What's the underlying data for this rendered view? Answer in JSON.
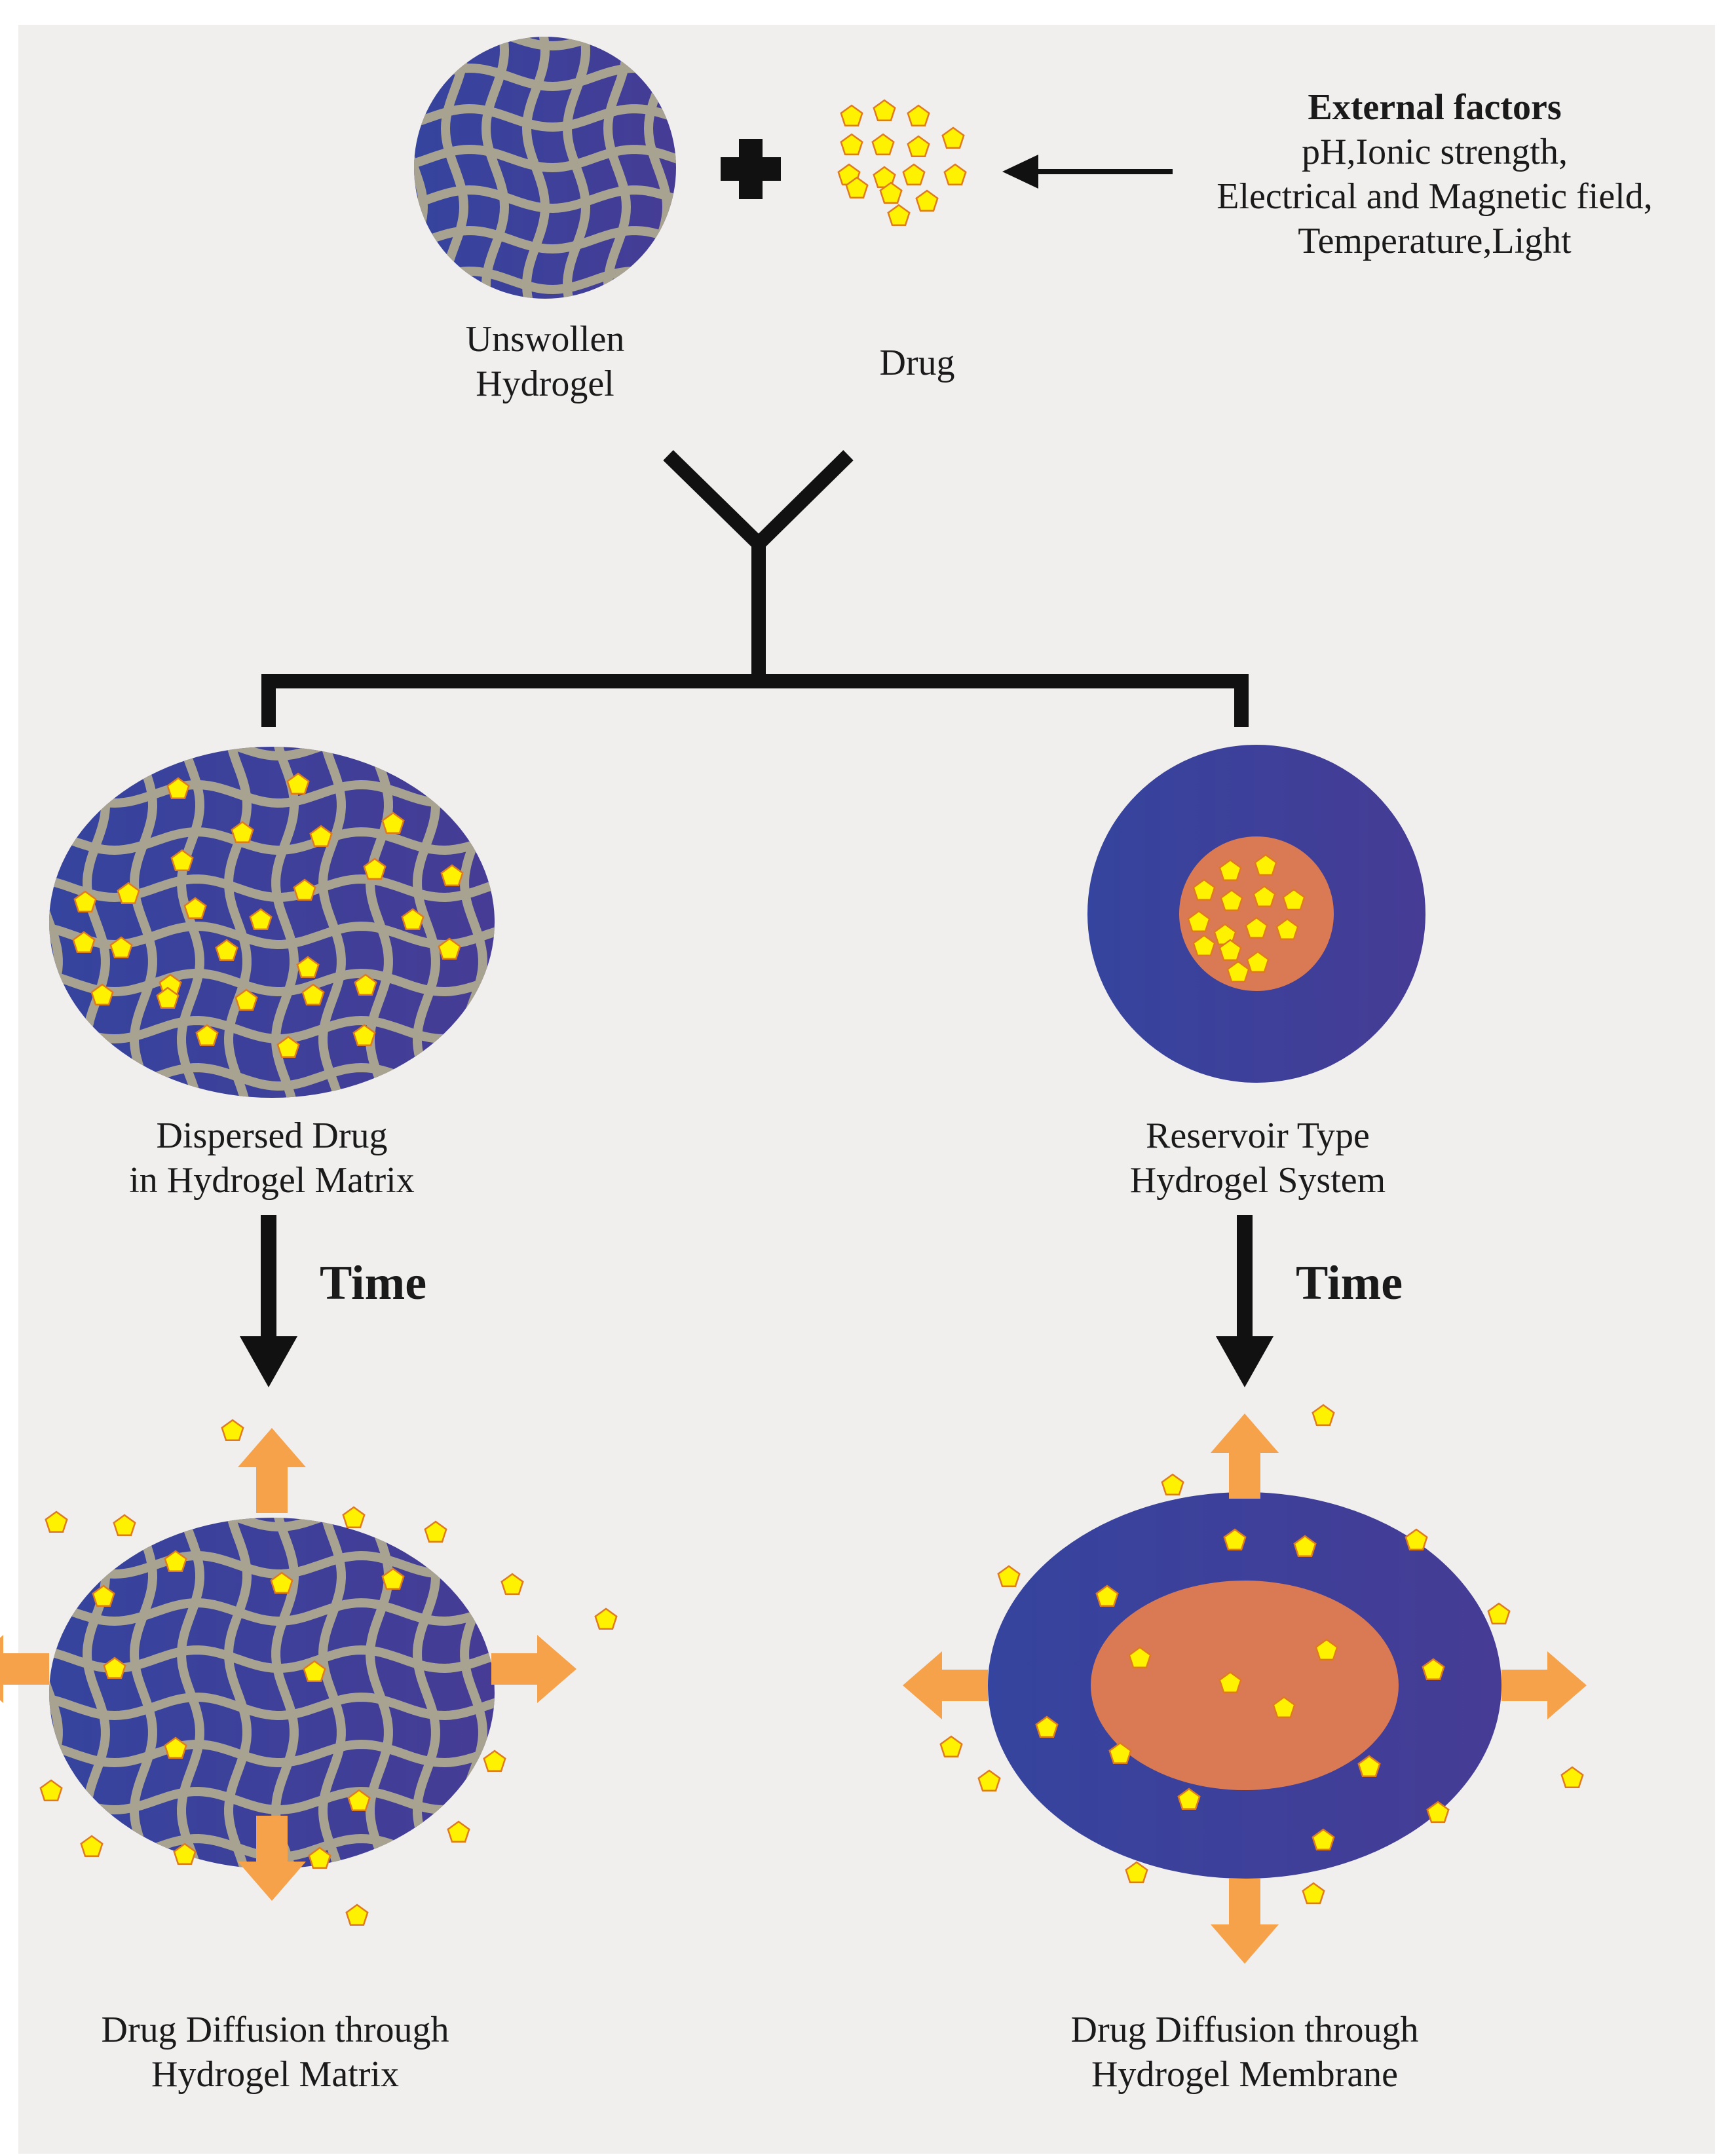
{
  "external_factors": {
    "title": "External factors",
    "lines": [
      "pH,Ionic strength,",
      "Electrical and Magnetic field,",
      "Temperature,Light"
    ]
  },
  "unswollen_hydrogel": [
    "Unswollen",
    "Hydrogel"
  ],
  "drug": "Drug",
  "dispersed": [
    "Dispersed Drug",
    "in Hydrogel Matrix"
  ],
  "reservoir": [
    "Reservoir Type",
    "Hydrogel System"
  ],
  "time_label": "Time",
  "matrix_diffusion": [
    "Drug Diffusion through",
    "Hydrogel Matrix"
  ],
  "membrane_diffusion": [
    "Drug Diffusion through",
    "Hydrogel Membrane"
  ],
  "colors": {
    "background": "#f1eeee",
    "hydrogel_blue": "#383f9b",
    "mesh_gray": "#a8a391",
    "drug_yellow": "#fff200",
    "drug_outline": "#e07a1f",
    "core_orange": "#d97a55",
    "arrow_orange": "#f6a24a",
    "line_black": "#111111"
  },
  "icons": [
    "plus-icon",
    "drug-pentagon-icon",
    "outward-arrow-icon",
    "down-arrow-icon"
  ]
}
